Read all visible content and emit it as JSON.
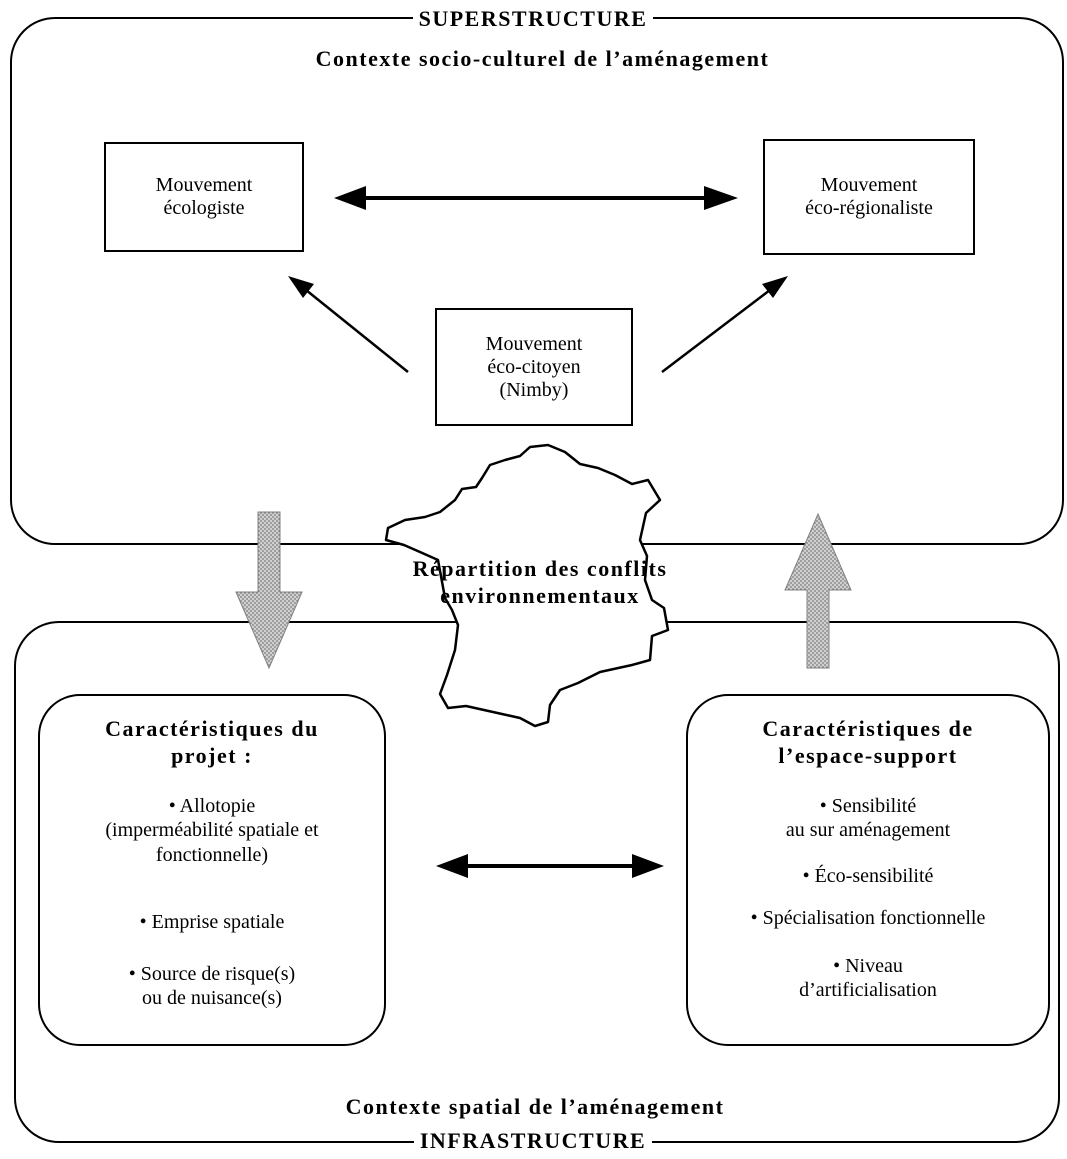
{
  "superstructure": {
    "title": "SUPERSTRUCTURE",
    "subtitle": "Contexte socio-culturel de l’aménagement"
  },
  "movements": {
    "ecologist": [
      "Mouvement",
      "écologiste"
    ],
    "eco_regionalist": [
      "Mouvement",
      "éco-régionaliste"
    ],
    "eco_citizen": [
      "Mouvement",
      "éco-citoyen",
      "(Nimby)"
    ]
  },
  "center": {
    "title_line1": "Répartition des conflits",
    "title_line2": "environnementaux"
  },
  "project": {
    "title_line1": "Caractéristiques du",
    "title_line2": "projet :",
    "items": [
      "• Allotopie",
      "(imperméabilité spatiale et",
      "fonctionnelle)",
      "• Emprise spatiale",
      "• Source de risque(s)",
      "ou de nuisance(s)"
    ]
  },
  "support_space": {
    "title_line1": "Caractéristiques de",
    "title_line2": "l’espace-support",
    "items": [
      "• Sensibilité",
      "au sur aménagement",
      "• Éco-sensibilité",
      "• Spécialisation fonctionnelle",
      "• Niveau",
      "d’artificialisation"
    ]
  },
  "infrastructure": {
    "subtitle": "Contexte spatial de l’aménagement",
    "title": "INFRASTRUCTURE"
  }
}
